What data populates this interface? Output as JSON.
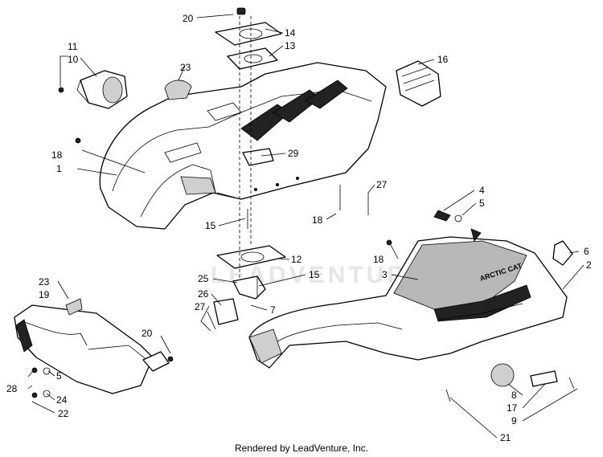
{
  "callouts": {
    "c1": "1",
    "c2": "2",
    "c3": "3",
    "c4": "4",
    "c5a": "5",
    "c5b": "5",
    "c6": "6",
    "c7": "7",
    "c8": "8",
    "c9": "9",
    "c10": "10",
    "c11": "11",
    "c12": "12",
    "c13": "13",
    "c14": "14",
    "c15a": "15",
    "c15b": "15",
    "c16": "16",
    "c17": "17",
    "c18a": "18",
    "c18b": "18",
    "c18c": "18",
    "c19": "19",
    "c20a": "20",
    "c20b": "20",
    "c21": "21",
    "c22": "22",
    "c23a": "23",
    "c23b": "23",
    "c24": "24",
    "c25": "25",
    "c26": "26",
    "c27a": "27",
    "c27b": "27",
    "c28": "28",
    "c29": "29"
  },
  "brand_text": "ARCTIC CAT",
  "watermark": "LEADVENTURE",
  "footer": "Rendered by LeadVenture, Inc."
}
